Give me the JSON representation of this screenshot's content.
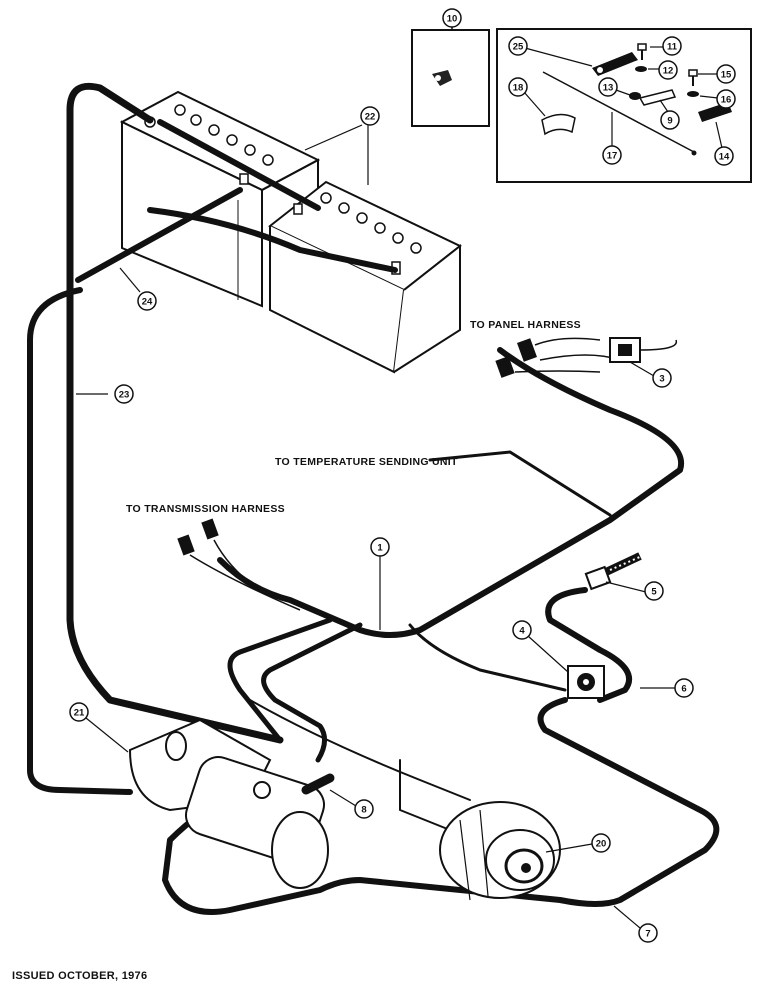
{
  "labels": {
    "panel_harness": "TO PANEL HARNESS",
    "temp_sending_unit": "TO TEMPERATURE SENDING UNIT",
    "transmission_harness": "TO TRANSMISSION HARNESS"
  },
  "callouts": {
    "c1": "1",
    "c3": "3",
    "c4": "4",
    "c5": "5",
    "c6": "6",
    "c7": "7",
    "c8": "8",
    "c9": "9",
    "c10": "10",
    "c11": "11",
    "c12": "12",
    "c13": "13",
    "c14": "14",
    "c15": "15",
    "c16": "16",
    "c17": "17",
    "c18": "18",
    "c20": "20",
    "c21": "21",
    "c22": "22",
    "c23": "23",
    "c24": "24",
    "c25": "25"
  },
  "footer": "ISSUED OCTOBER, 1976"
}
